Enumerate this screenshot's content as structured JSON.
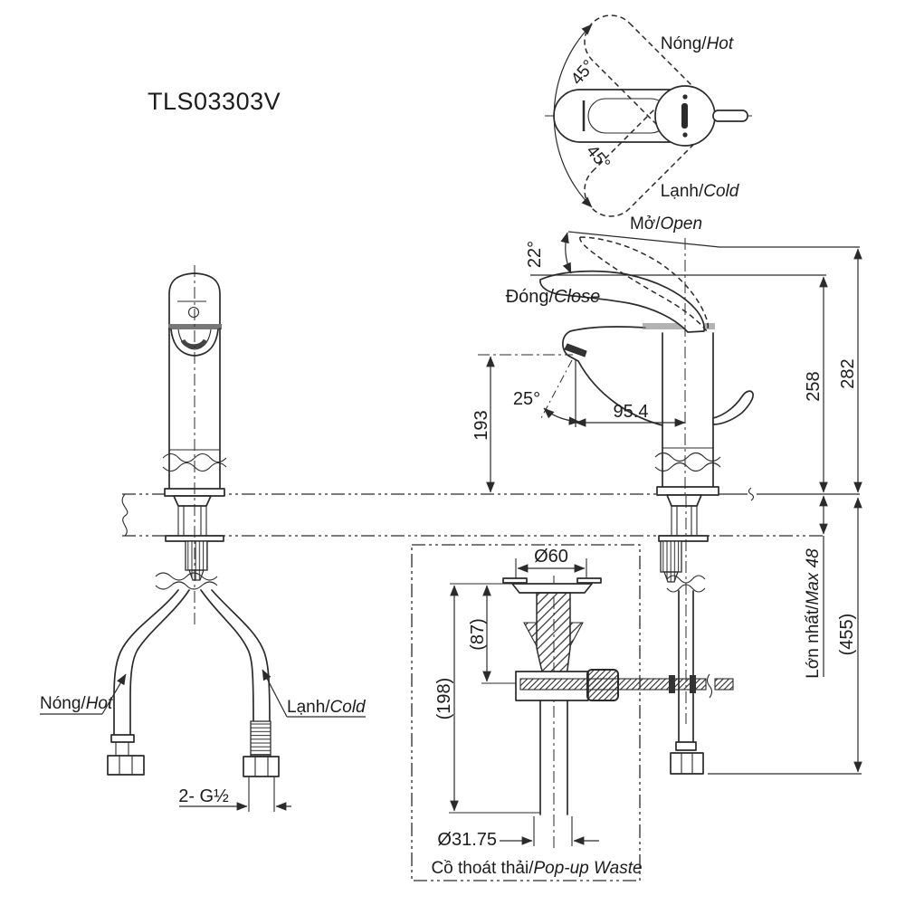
{
  "title": "TLS03303V",
  "labels": {
    "hot": {
      "vi": "Nóng/",
      "en": "Hot"
    },
    "cold": {
      "vi": "Lạnh/",
      "en": "Cold"
    },
    "open": {
      "vi": "Mở/",
      "en": "Open"
    },
    "close": {
      "vi": "Đóng/",
      "en": "Close"
    },
    "max_deck_thickness": {
      "vi": "Lớn nhất/",
      "en": "Max 48"
    },
    "popup_caption": {
      "vi": "Cồ thoát thải/",
      "en": "Pop-up Waste"
    }
  },
  "top_view": {
    "swing_angle_upper": "45°",
    "swing_angle_lower": "45°"
  },
  "side_view": {
    "open_angle": "22°",
    "stream_angle": "25°",
    "spout_reach": "95.4",
    "spout_height": "193",
    "height_to_handle": "258",
    "height_open": "282"
  },
  "install": {
    "hose_drop": "(455)",
    "thread_spec": "2- G½"
  },
  "popup_waste": {
    "flange_dia": "Ø60",
    "upper_height": "(87)",
    "total_height": "(198)",
    "pipe_dia": "Ø31.75"
  }
}
